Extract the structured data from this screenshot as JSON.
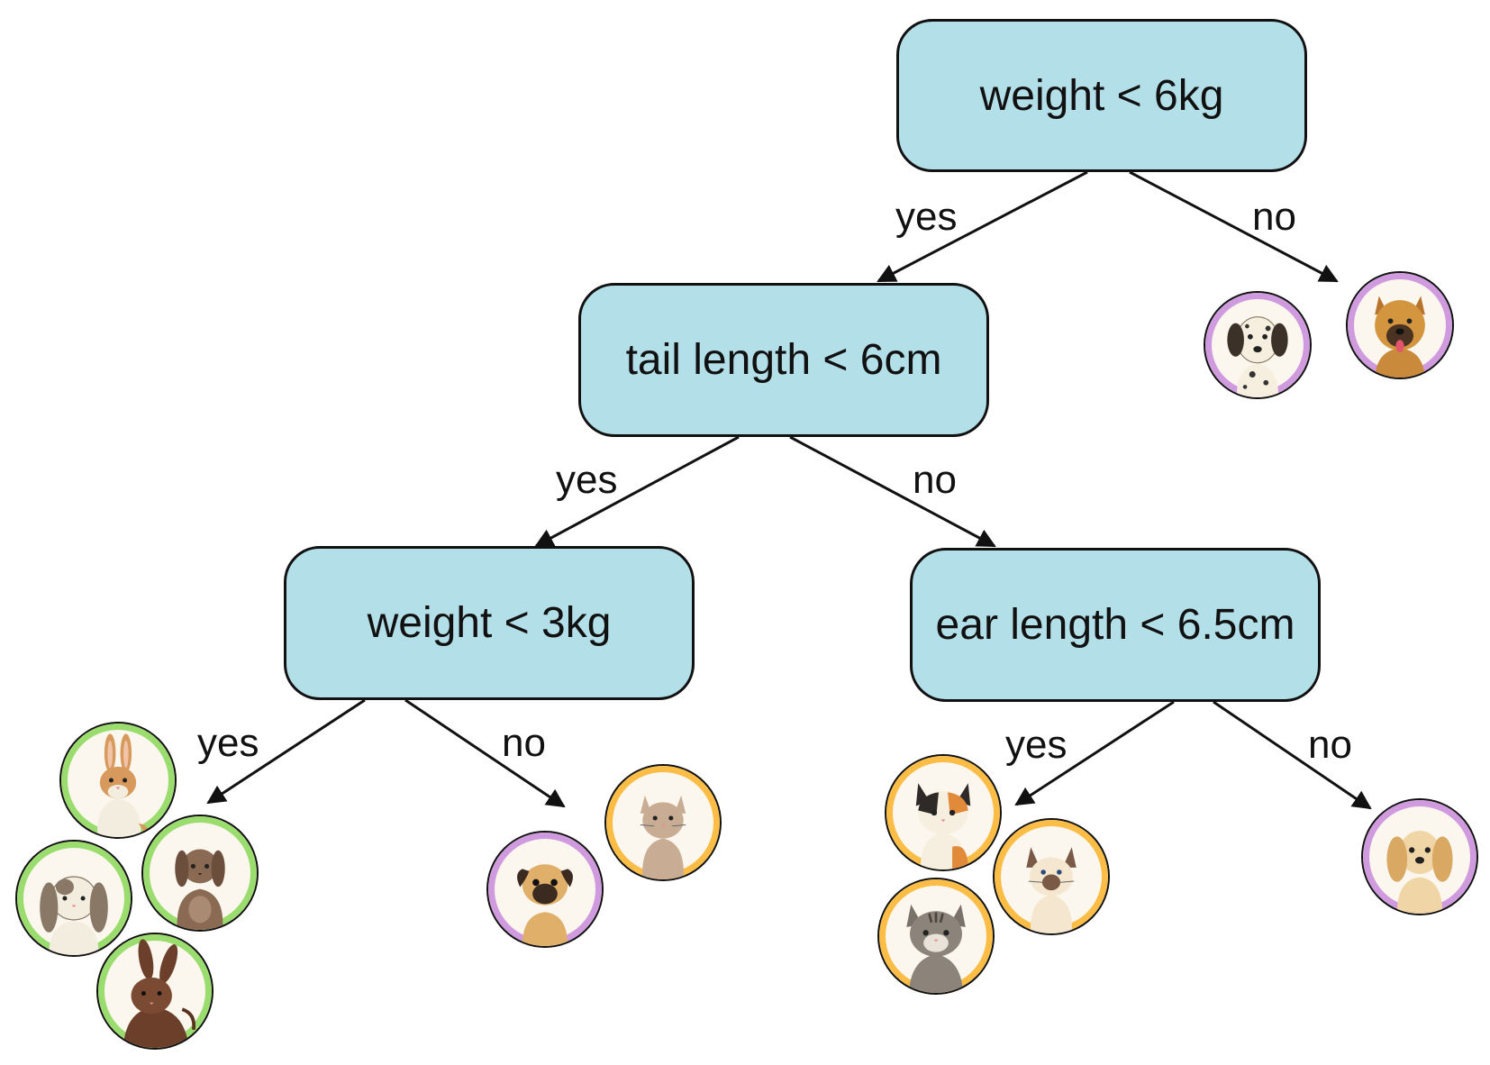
{
  "colors": {
    "node_fill": "#b3dfe9",
    "rabbit_ring": "#9bdc6e",
    "cat_ring": "#fbbd46",
    "dog_ring": "#d09bde"
  },
  "tree": {
    "root": {
      "label": "weight < 6kg"
    },
    "tail": {
      "label": "tail length < 6cm"
    },
    "weight3": {
      "label": "weight < 3kg"
    },
    "ear": {
      "label": "ear length < 6.5cm"
    }
  },
  "edges": {
    "root_yes": "yes",
    "root_no": "no",
    "tail_yes": "yes",
    "tail_no": "no",
    "w3_yes": "yes",
    "w3_no": "no",
    "ear_yes": "yes",
    "ear_no": "no"
  },
  "animals": [
    {
      "id": "dalmatian",
      "kind": "dog",
      "icon": "dalmatian-dog-icon"
    },
    {
      "id": "shepherd",
      "kind": "dog",
      "icon": "shepherd-dog-icon"
    },
    {
      "id": "rabbit-1",
      "kind": "rabbit",
      "icon": "orange-rabbit-icon"
    },
    {
      "id": "rabbit-2",
      "kind": "rabbit",
      "icon": "lop-rabbit-icon"
    },
    {
      "id": "rabbit-3",
      "kind": "rabbit",
      "icon": "brown-lop-rabbit-icon"
    },
    {
      "id": "rabbit-4",
      "kind": "rabbit",
      "icon": "dark-rabbit-icon"
    },
    {
      "id": "pug",
      "kind": "dog",
      "icon": "pug-dog-icon"
    },
    {
      "id": "grey-cat",
      "kind": "cat",
      "icon": "grey-cat-icon"
    },
    {
      "id": "calico-cat",
      "kind": "cat",
      "icon": "calico-cat-icon"
    },
    {
      "id": "siamese-cat",
      "kind": "cat",
      "icon": "siamese-cat-icon"
    },
    {
      "id": "tabby-cat",
      "kind": "cat",
      "icon": "tabby-cat-icon"
    },
    {
      "id": "golden-dog",
      "kind": "dog",
      "icon": "golden-dog-icon"
    }
  ]
}
